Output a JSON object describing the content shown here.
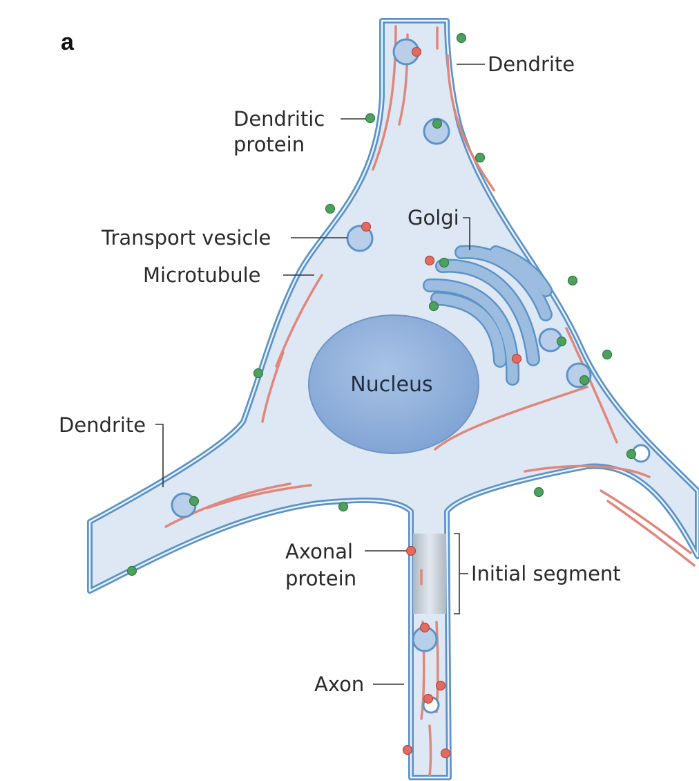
{
  "panel_label": "a",
  "labels": {
    "dendrite_top": "Dendrite",
    "dendritic_protein_1": "Dendritic",
    "dendritic_protein_2": "protein",
    "transport_vesicle": "Transport vesicle",
    "microtubule": "Microtubule",
    "golgi": "Golgi",
    "nucleus": "Nucleus",
    "dendrite_left": "Dendrite",
    "axonal_protein_1": "Axonal",
    "axonal_protein_2": "protein",
    "initial_segment": "Initial segment",
    "axon": "Axon"
  },
  "colors": {
    "cytoplasm": "#dde8f4",
    "membrane": "#5b93c9",
    "nucleus": "#8fb0da",
    "golgi": "#9dbde0",
    "microtubule": "#e0867a",
    "dendritic_protein": "#4fa05f",
    "axonal_protein": "#e06b60",
    "initial_segment": "#c9d1d9"
  }
}
